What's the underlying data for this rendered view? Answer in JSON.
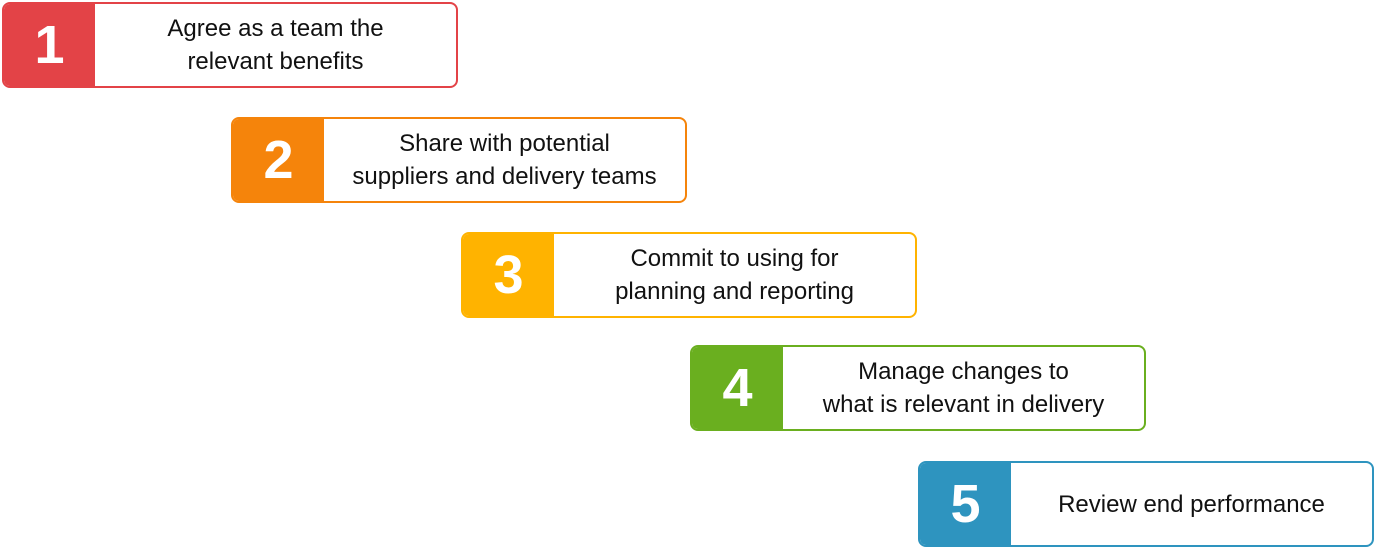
{
  "steps": [
    {
      "number": "1",
      "lines": [
        "Agree as a team the",
        "relevant benefits"
      ],
      "color": "#e34347"
    },
    {
      "number": "2",
      "lines": [
        "Share with potential",
        "suppliers and delivery teams"
      ],
      "color": "#f5840b"
    },
    {
      "number": "3",
      "lines": [
        "Commit to using for",
        "planning and reporting"
      ],
      "color": "#ffb300"
    },
    {
      "number": "4",
      "lines": [
        "Manage changes to",
        "what is relevant in delivery"
      ],
      "color": "#6aaf1f"
    },
    {
      "number": "5",
      "lines": [
        "Review end performance"
      ],
      "color": "#2e94bf"
    }
  ]
}
